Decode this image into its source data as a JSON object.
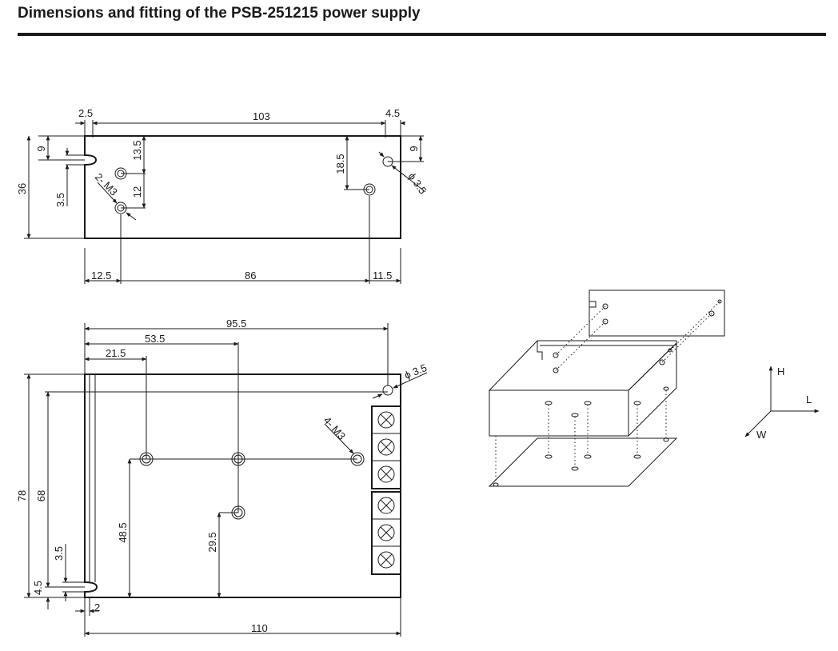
{
  "header": {
    "title": "Dimensions and fitting of the PSB-251215 power supply"
  },
  "top_view": {
    "dims": {
      "d2_5": "2.5",
      "d103": "103",
      "d4_5": "4.5",
      "d9_left": "9",
      "d36": "36",
      "d3_5": "3.5",
      "d13_5": "13.5",
      "d12": "12",
      "d2m3": "2- M3",
      "d18_5": "18.5",
      "d9_right": "9",
      "dphi": "ϕ 3.5",
      "d12_5": "12.5",
      "d86": "86",
      "d11_5": "11.5"
    }
  },
  "bottom_view": {
    "dims": {
      "d95_5": "95.5",
      "d53_5": "53.5",
      "d21_5": "21.5",
      "dphi": "ϕ 3.5",
      "d4m3": "4- M3",
      "d78": "78",
      "d68": "68",
      "d3_5": "3.5",
      "d4_5": "4.5",
      "d48_5": "48.5",
      "d29_5": "29.5",
      "d2": "2",
      "d110": "110"
    }
  },
  "axes": {
    "h": "H",
    "l": "L",
    "w": "W"
  },
  "colors": {
    "ink": "#1a1a1a",
    "paper": "#ffffff"
  }
}
